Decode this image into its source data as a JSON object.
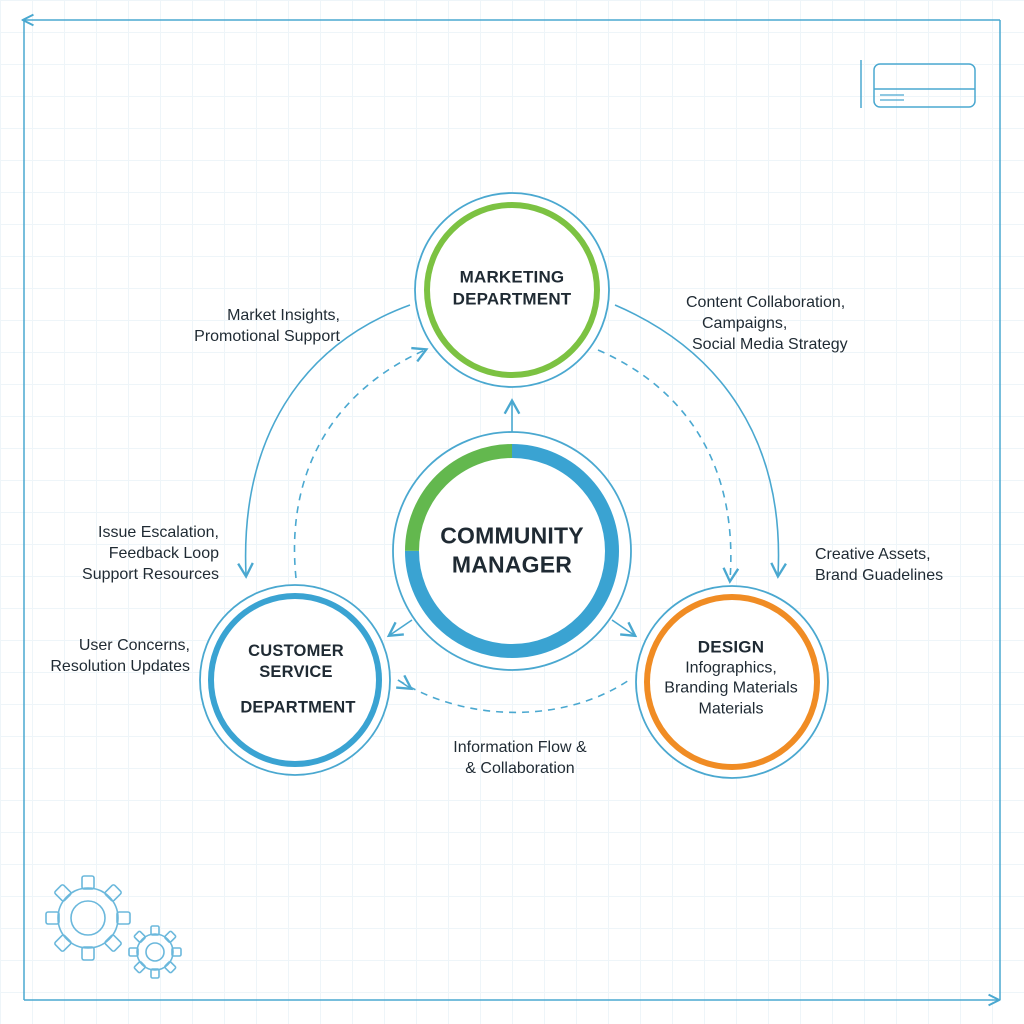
{
  "colors": {
    "blue": "#3aa3d2",
    "green": "#7cc242",
    "orange": "#f08c24",
    "line": "#4aa8d0",
    "grid": "#eef5f9",
    "text": "#1f2a33"
  },
  "nodes": {
    "center": {
      "title_line1": "COMMUNITY",
      "title_line2": "MANAGER"
    },
    "marketing": {
      "title_line1": "MARKETING",
      "title_line2": "DEPARTMENT"
    },
    "customer_service": {
      "title_line1": "CUSTOMER",
      "title_line2": "SERVICE",
      "title_line3": "DEPARTMENT"
    },
    "design": {
      "title": "DESIGN",
      "line1": "Infographics,",
      "line2": "Branding Materials",
      "line3": "Materials"
    }
  },
  "labels": {
    "market": [
      "Market Insights,",
      "Promotional Support"
    ],
    "content": [
      "Content Collaboration,",
      "Campaigns,",
      "Social Media Strategy"
    ],
    "issue": [
      "Issue Escalation,",
      "Feedback Loop",
      "Support Resources"
    ],
    "creative": [
      "Creative Assets,",
      "Brand Guadelines"
    ],
    "user": [
      "User Concerns,",
      "Resolution Updates"
    ],
    "info": [
      "Information Flow &",
      "& Collaboration"
    ]
  },
  "icons": {
    "corner": "card-icon",
    "gears": "gears-icon"
  }
}
